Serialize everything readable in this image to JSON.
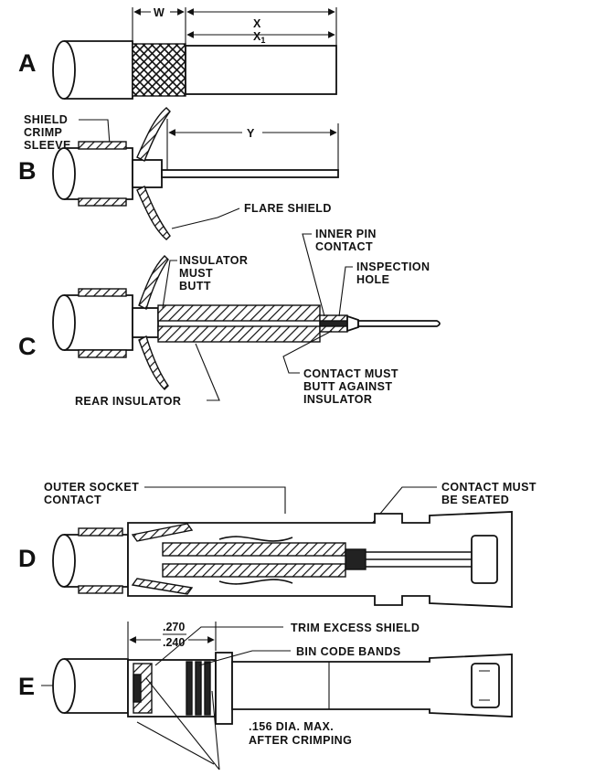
{
  "steps": {
    "a": {
      "letter": "A",
      "dim_w": "W",
      "dim_x": "X",
      "dim_x1": "X",
      "dim_x1_sub": "1"
    },
    "b": {
      "letter": "B",
      "shield_crimp_sleeve": [
        "SHIELD",
        "CRIMP",
        "SLEEVE"
      ],
      "dim_y": "Y",
      "flare_shield": "FLARE SHIELD"
    },
    "c": {
      "letter": "C",
      "insulator_must_butt": [
        "INSULATOR",
        "MUST",
        "BUTT"
      ],
      "inner_pin_contact": [
        "INNER PIN",
        "CONTACT"
      ],
      "inspection_hole": [
        "INSPECTION",
        "HOLE"
      ],
      "contact_must_butt": [
        "CONTACT MUST",
        "BUTT AGAINST",
        "INSULATOR"
      ],
      "rear_insulator": "REAR INSULATOR"
    },
    "d": {
      "letter": "D",
      "outer_socket_contact": [
        "OUTER SOCKET",
        "CONTACT"
      ],
      "contact_must_be_seated": [
        "CONTACT MUST",
        "BE SEATED"
      ]
    },
    "e": {
      "letter": "E",
      "dim_max": ".270",
      "dim_min": ".240",
      "trim_excess_shield": "TRIM EXCESS SHIELD",
      "bin_code_bands": "BIN CODE BANDS",
      "dia_note": [
        ".156 DIA. MAX.",
        "AFTER CRIMPING"
      ]
    }
  }
}
